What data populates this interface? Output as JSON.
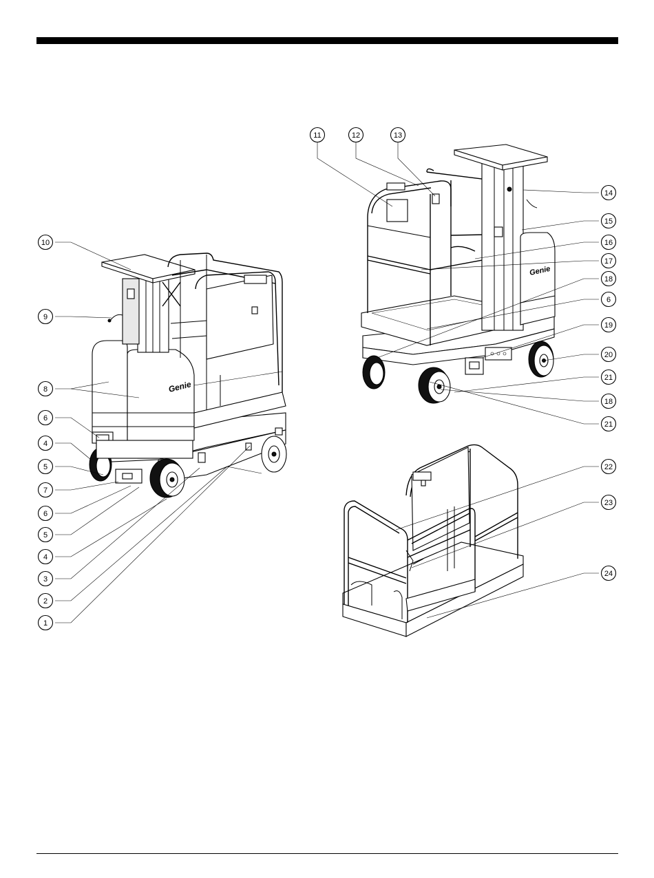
{
  "labels": {
    "n1": "1",
    "n2": "2",
    "n3": "3",
    "n4": "4",
    "n5": "5",
    "n6": "6",
    "n7": "7",
    "n8": "8",
    "n9": "9",
    "n10": "10",
    "n11": "11",
    "n12": "12",
    "n13": "13",
    "n14": "14",
    "n15": "15",
    "n16": "16",
    "n17": "17",
    "n18": "18",
    "n19": "19",
    "n20": "20",
    "n21": "21",
    "n22": "22",
    "n23": "23",
    "n24": "24"
  },
  "brand_left": "Genie",
  "brand_right": "Genie"
}
